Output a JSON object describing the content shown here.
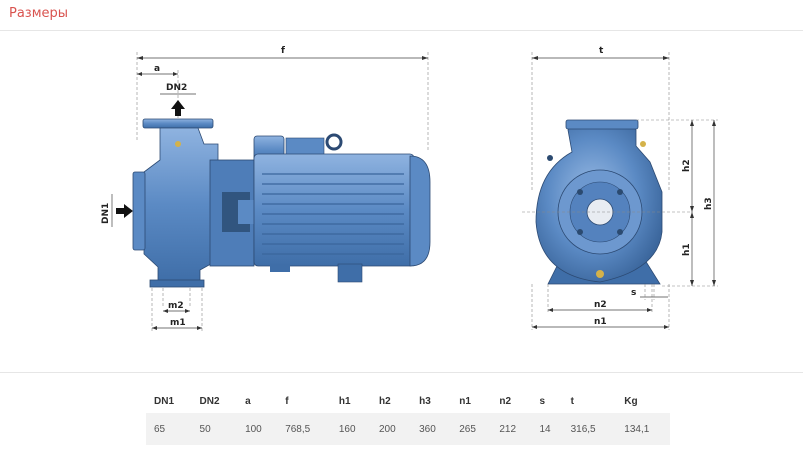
{
  "section": {
    "title": "Размеры"
  },
  "drawing": {
    "side_labels": {
      "f": "f",
      "a": "a",
      "dn2": "DN2",
      "dn1": "DN1",
      "m2": "m2",
      "m1": "m1"
    },
    "front_labels": {
      "t": "t",
      "h2": "h2",
      "h1": "h1",
      "h3": "h3",
      "n2": "n2",
      "n1": "n1",
      "s": "s"
    },
    "colors": {
      "pump_body": "#5b8ac4",
      "pump_dark": "#3f6ea8",
      "pump_light": "#8fb3e0",
      "outline": "#2c4a73"
    }
  },
  "table": {
    "headers": [
      "DN1",
      "DN2",
      "a",
      "f",
      "h1",
      "h2",
      "h3",
      "n1",
      "n2",
      "s",
      "t",
      "Kg"
    ],
    "rows": [
      [
        "65",
        "50",
        "100",
        "768,5",
        "160",
        "200",
        "360",
        "265",
        "212",
        "14",
        "316,5",
        "134,1"
      ]
    ]
  }
}
